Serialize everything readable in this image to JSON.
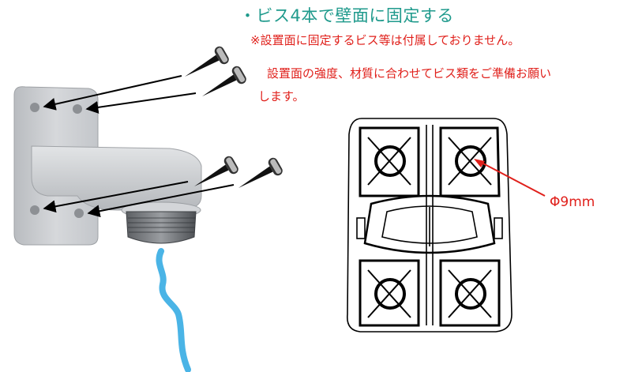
{
  "heading": "・ビス4本で壁面に固定する",
  "notes": [
    "※設置面に固定するビス等は付属しておりません。",
    "設置面の強度、材質に合わせてビス類をご準備お願い",
    "します。"
  ],
  "hole_dimension": "Φ9mm",
  "colors": {
    "heading": "#1f9a8c",
    "note": "#e0201b",
    "callout": "#e0201b",
    "cable": "#4ab4e6",
    "bracket": "#c9ccd0"
  }
}
